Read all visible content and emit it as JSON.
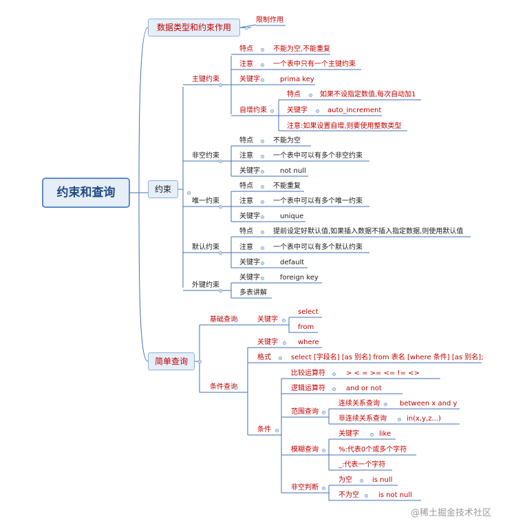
{
  "root": "约束和查询",
  "branch_types": "数据类型和约束作用",
  "types_note": "限制作用",
  "branch_constraints": "约束",
  "branch_query": "简单查询",
  "constraints": {
    "pk": {
      "label": "主键约束",
      "feature_k": "特点",
      "feature_v": "不能为空,不能重复",
      "note_k": "注意",
      "note_v": "一个表中只有一个主键约束",
      "kw_k": "关键字",
      "kw_v": "prima key",
      "auto": {
        "label": "自增约束",
        "feature_k": "特点",
        "feature_v": "如果不设指定数值,每次自动加1",
        "kw_k": "关键字",
        "kw_v": "auto_increment",
        "note": "注意:如果设置自增,则要使用整数类型"
      }
    },
    "nn": {
      "label": "非空约束",
      "feature_k": "特点",
      "feature_v": "不能为空",
      "note_k": "注意",
      "note_v": "一个表中可以有多个非空约束",
      "kw_k": "关键字",
      "kw_v": "not null"
    },
    "uq": {
      "label": "唯一约束",
      "feature_k": "特点",
      "feature_v": "不能重复",
      "note_k": "注意",
      "note_v": "一个表中可以有多个唯一约束",
      "kw_k": "关键字",
      "kw_v": "unique"
    },
    "df": {
      "label": "默认约束",
      "feature_k": "特点",
      "feature_v": "提前设定好默认值,如果插入数据不插入指定数据,则使用默认值",
      "note_k": "注意",
      "note_v": "一个表中可以有多个默认约束",
      "kw_k": "关键字",
      "kw_v": "default"
    },
    "fk": {
      "label": "外键约束",
      "kw_k": "关键字",
      "kw_v": "foreign key",
      "more": "多表讲解"
    }
  },
  "query": {
    "basic": {
      "label": "基础查询",
      "kw_k": "关键字",
      "kw_select": "select",
      "kw_from": "from"
    },
    "cond": {
      "label": "条件查询",
      "kw_k": "关键字",
      "kw_v": "where",
      "fmt_k": "格式",
      "fmt_v": "select [字段名] [as 别名] from 表名 [where 条件] [as 别名];",
      "cond_label": "条件",
      "cmp_k": "比较运算符",
      "cmp_v": ">   <   =   >=    <=    !=     <>",
      "logic_k": "逻辑运算符",
      "logic_v": "and     or     not",
      "range": {
        "label": "范围查询",
        "cont_k": "连续关系查询",
        "cont_v": "between x and y",
        "disc_k": "非连续关系查询",
        "disc_v": "in(x,y,z...)"
      },
      "fuzzy": {
        "label": "模糊查询",
        "kw_k": "关键字",
        "kw_v": "like",
        "pct": "%:代表0个或多个字符",
        "und": "_:代表一个字符"
      },
      "nulljudge": {
        "label": "非空判断",
        "isnull_k": "为空",
        "isnull_v": "is null",
        "notnull_k": "不为空",
        "notnull_v": "is  not  null"
      }
    }
  },
  "watermark": "@稀土掘金技术社区"
}
